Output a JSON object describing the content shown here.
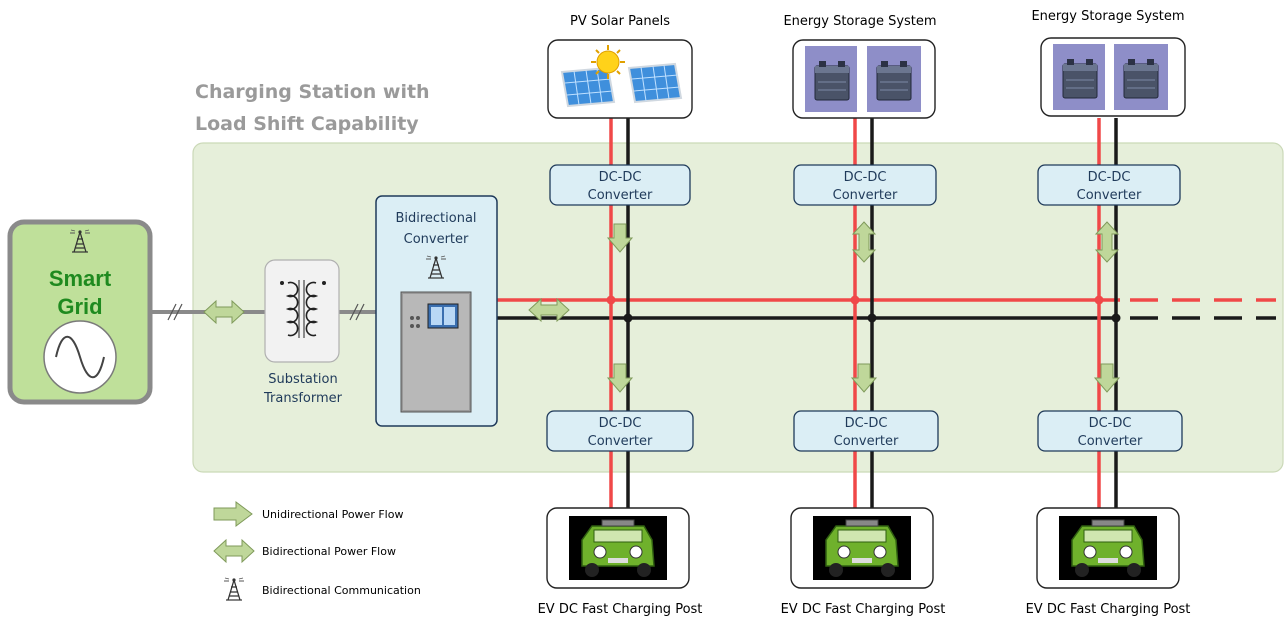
{
  "title_line1": "Charging Station with",
  "title_line2": "Load Shift Capability",
  "smart_grid_line1": "Smart",
  "smart_grid_line2": "Grid",
  "transformer_line1": "Substation",
  "transformer_line2": "Transformer",
  "bidir_line1": "Bidirectional",
  "bidir_line2": "Converter",
  "converter_line1": "DC-DC",
  "converter_line2": "Converter",
  "pv_label": "PV Solar Panels",
  "ess_label_1": "Energy Storage System",
  "ess_label_2": "Energy Storage System",
  "ev_label_1": "EV DC Fast Charging Post",
  "ev_label_2": "EV DC Fast Charging Post",
  "ev_label_3": "EV DC Fast Charging Post",
  "legend": {
    "unidirectional": "Unidirectional Power Flow",
    "bidirectional": "Bidirectional Power Flow",
    "communication": "Bidirectional Communication"
  },
  "colors": {
    "positive_bus": "#f04848",
    "negative_bus": "#1a1a1a",
    "station_area": "#e6efda",
    "converter_fill": "#dbeef5",
    "grid_fill": "#bfe09a",
    "arrow_fill": "#bfd79a"
  }
}
